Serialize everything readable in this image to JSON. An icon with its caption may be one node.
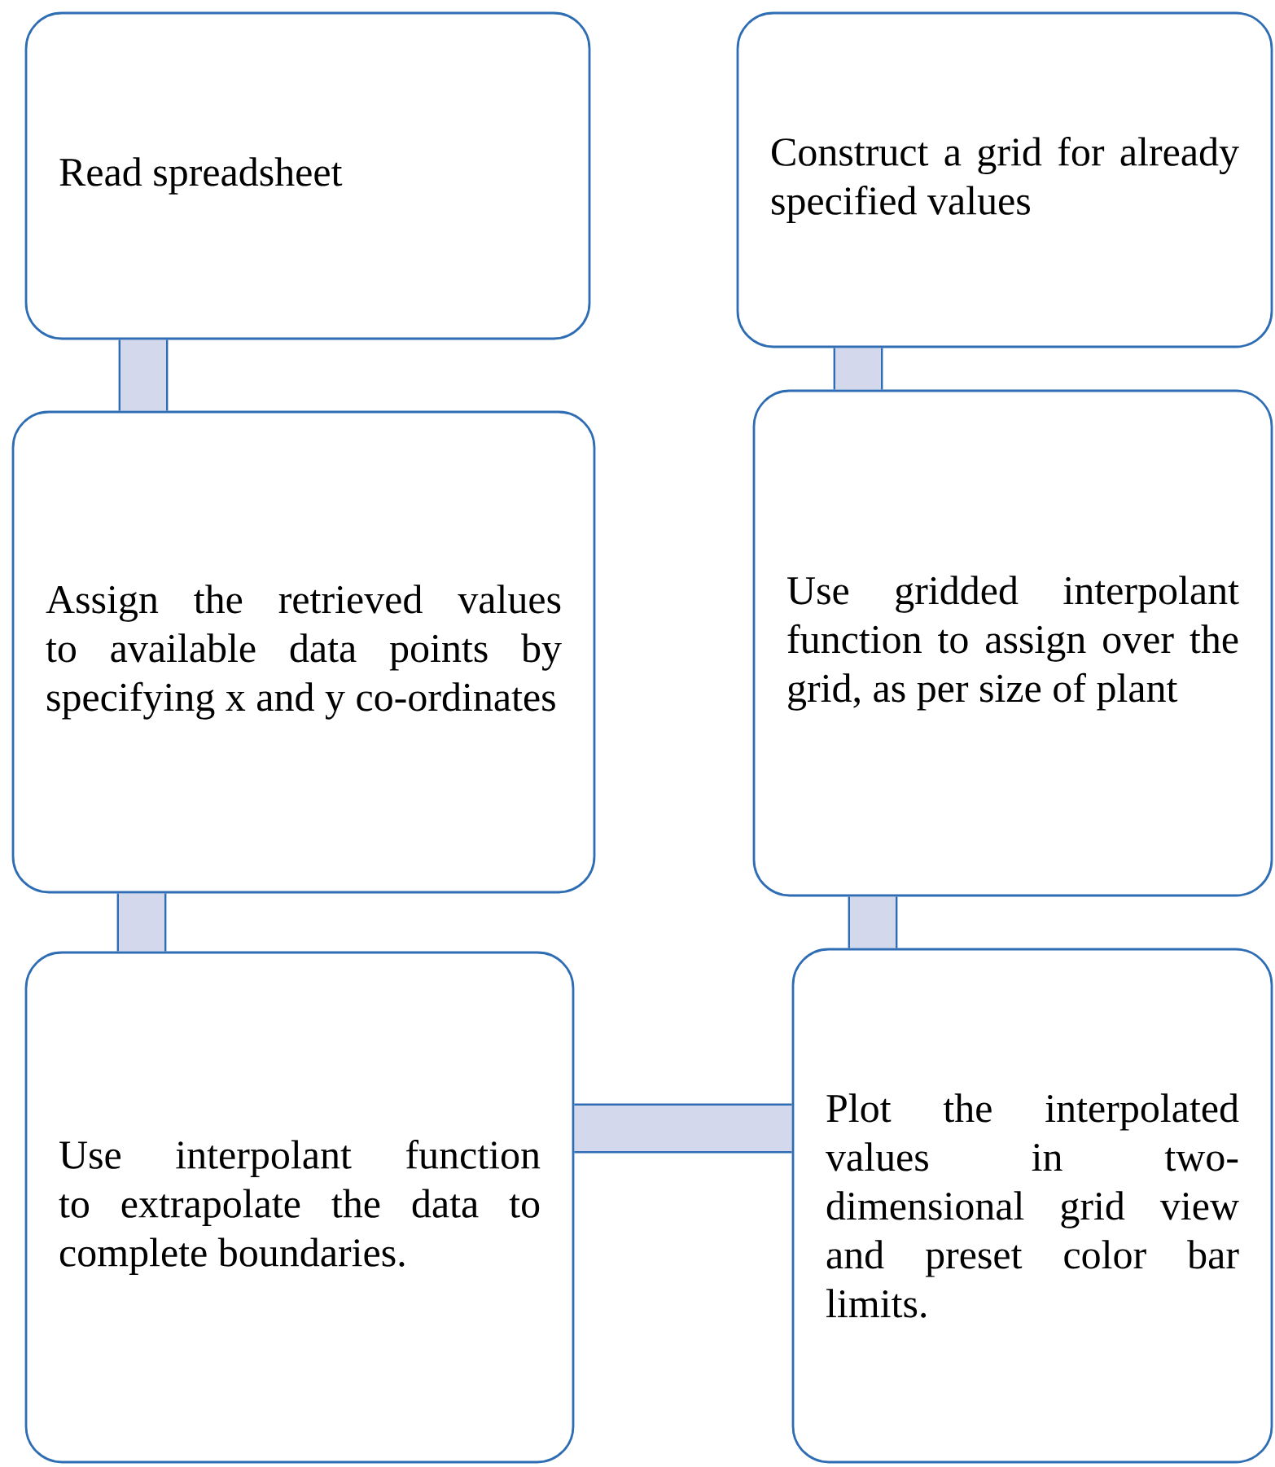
{
  "diagram": {
    "nodes": [
      {
        "text": [
          "Read spreadsheet"
        ]
      },
      {
        "text": [
          "Assign the retrieved values to available data points by specifying x and y co-ordinates"
        ]
      },
      {
        "text": [
          "Use interpolant function to extrapolate the data to complete boundaries."
        ]
      },
      {
        "text": [
          "Construct a grid for already specified values"
        ]
      },
      {
        "text": [
          "Use gridded interpolant function to assign over the grid, as per size of plant"
        ]
      },
      {
        "text": [
          "Plot the interpolated values in two-dimensional grid view and preset color bar limits."
        ]
      }
    ],
    "edges": [
      {
        "from": 0,
        "to": 1,
        "arrow": "none"
      },
      {
        "from": 1,
        "to": 2,
        "arrow": "none"
      },
      {
        "from": 2,
        "to": 5,
        "arrow": "none"
      },
      {
        "from": 3,
        "to": 4,
        "arrow": "none"
      },
      {
        "from": 4,
        "to": 5,
        "arrow": "none"
      }
    ]
  }
}
